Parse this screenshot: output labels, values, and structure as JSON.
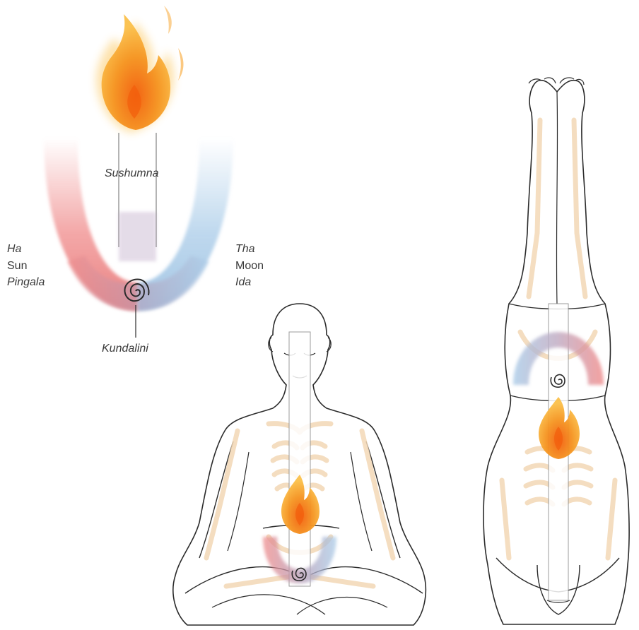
{
  "labels": {
    "sushumna": "Sushumna",
    "ha": "Ha",
    "sun": "Sun",
    "pingala": "Pingala",
    "tha": "Tha",
    "moon": "Moon",
    "ida": "Ida",
    "kundalini": "Kundalini"
  },
  "colors": {
    "sun_channel": "#ef8a8a",
    "moon_channel": "#a9cbe8",
    "flame_outer": "#f6a623",
    "flame_inner": "#f06a10",
    "bone": "#f3d8b6",
    "outline": "#2b2b2b"
  },
  "icons": {
    "flame": "flame-icon",
    "spiral": "spiral-icon"
  }
}
